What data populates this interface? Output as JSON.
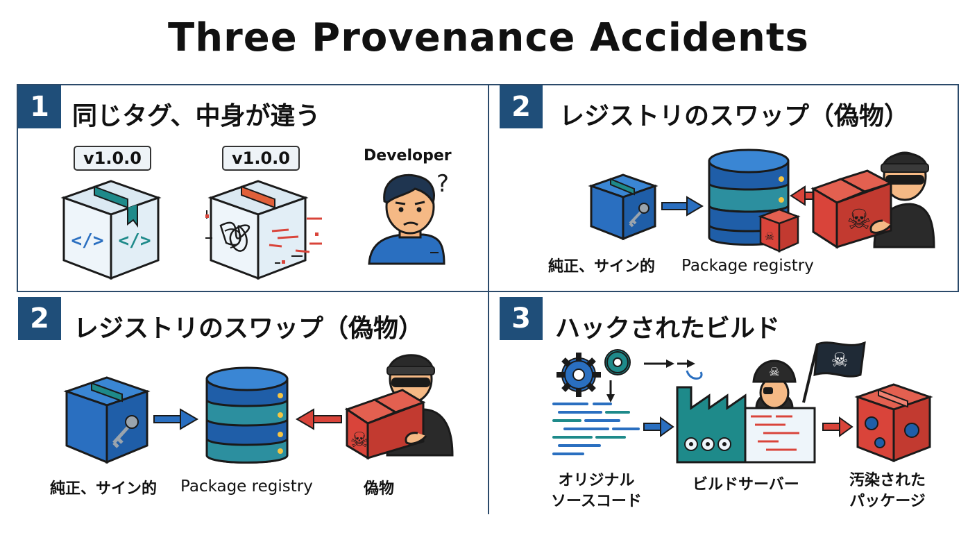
{
  "title": "Three Provenance Accidents",
  "panels": [
    {
      "number": "1",
      "title": "同じタグ、中身が違う",
      "tag_a": "v1.0.0",
      "tag_b": "v1.0.0",
      "person_label": "Developer"
    },
    {
      "number": "2",
      "title": "レジストリのスワップ（偽物）",
      "genuine_label": "純正、サイン的",
      "registry_label": "Package registry"
    },
    {
      "number": "2",
      "title": "レジストリのスワップ（偽物）",
      "genuine_label": "純正、サイン的",
      "registry_label": "Package registry",
      "fake_label": "偽物"
    },
    {
      "number": "3",
      "title": "ハックされたビルド",
      "source_label_1": "オリジナル",
      "source_label_2": "ソースコード",
      "server_label": "ビルドサーバー",
      "tainted_label_1": "汚染された",
      "tainted_label_2": "パッケージ"
    }
  ],
  "colors": {
    "navy": "#1f4e79",
    "blue": "#2a6fc0",
    "teal": "#1e8a8a",
    "red": "#d9443a",
    "dark": "#222"
  }
}
